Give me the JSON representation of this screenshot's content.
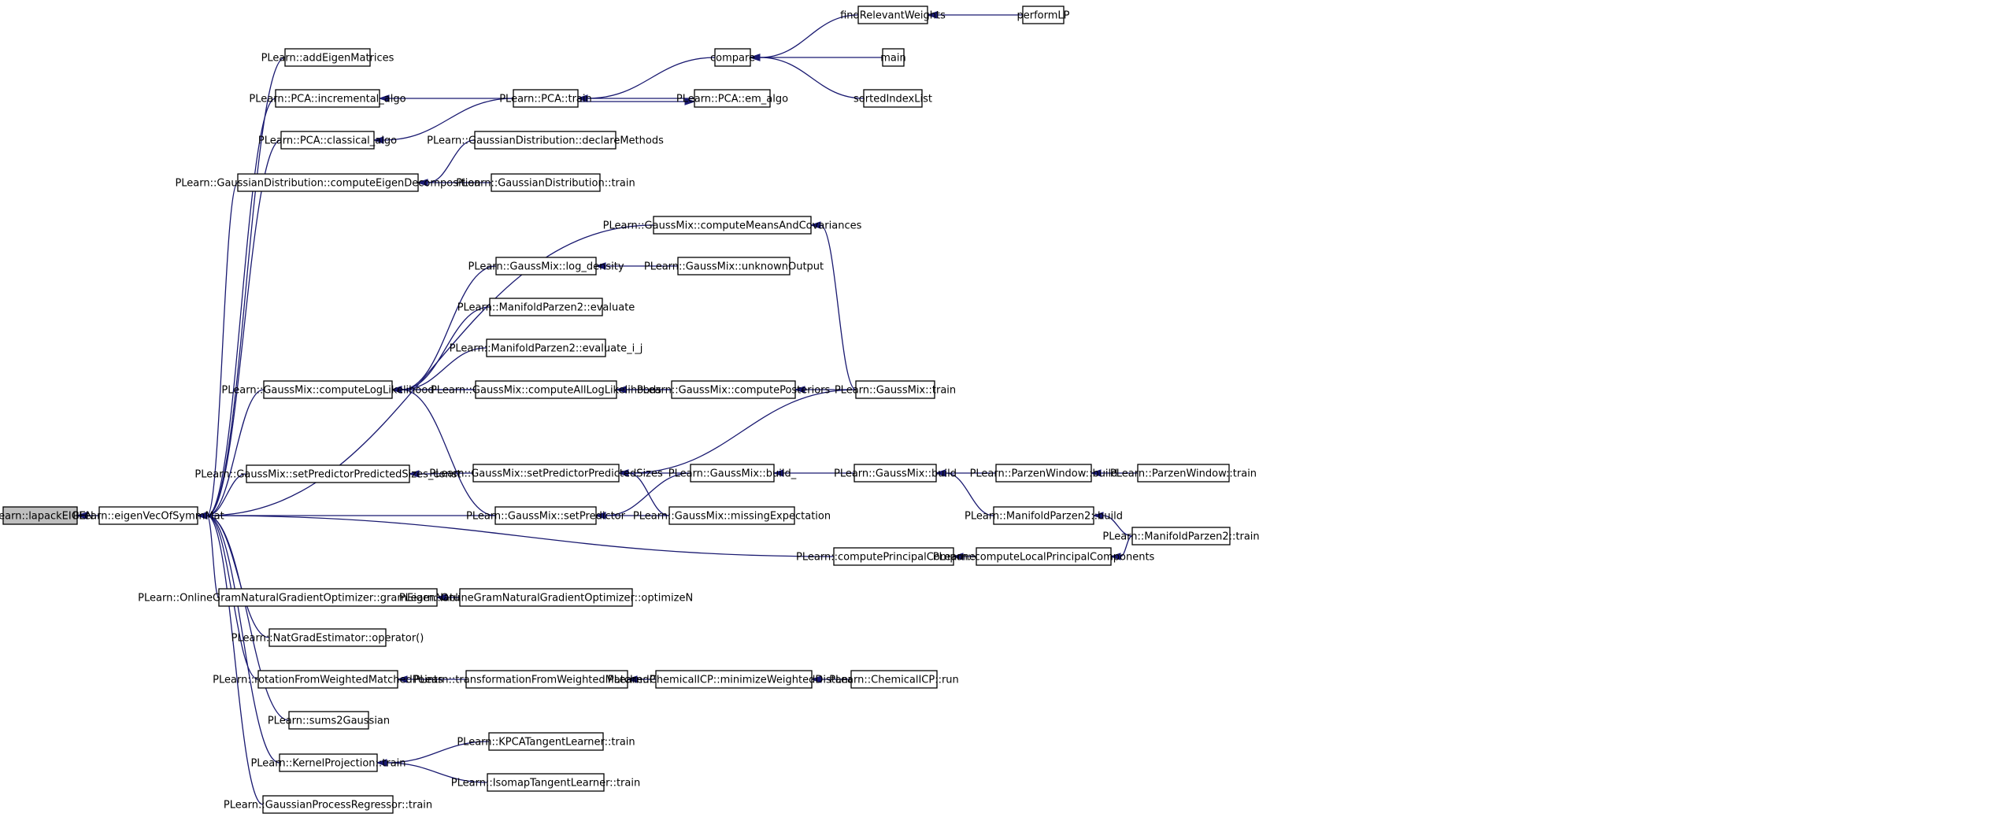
{
  "graph_type": "caller graph",
  "colors": {
    "edge": "#191970",
    "node_border": "#000000",
    "root_fill": "#bfbfbf",
    "node_fill": "#ffffff"
  },
  "root": "PLearn::lapackEIGEN",
  "nodes": {
    "lapackEIGEN": "PLearn::lapackEIGEN",
    "eigenVec": "PLearn::eigenVecOfSymmMat",
    "addEigen": "PLearn::addEigenMatrices",
    "pcaIncr": "PLearn::PCA::incremental_algo",
    "pcaClassical": "PLearn::PCA::classical_algo",
    "gdCompute": "PLearn::GaussianDistribution::computeEigenDecomposition",
    "gmLogLik": "PLearn::GaussMix::computeLogLikelihood",
    "gmSetPPSc": "PLearn::GaussMix::setPredictorPredictedSizes_const",
    "ogngGram": "PLearn::OnlineGramNaturalGradientOptimizer::gramEigenNaturalGradient",
    "ngOp": "PLearn::NatGradEstimator::operator()",
    "rotWMP": "PLearn::rotationFromWeightedMatchedPoints",
    "sums2G": "PLearn::sums2Gaussian",
    "kpTrain": "PLearn::KernelProjection::train",
    "gprTrain": "PLearn::GaussianProcessRegressor::train",
    "pcaTrain": "PLearn::PCA::train",
    "gdDeclare": "PLearn::GaussianDistribution::declareMethods",
    "gdTrain": "PLearn::GaussianDistribution::train",
    "gmMeansCov": "PLearn::GaussMix::computeMeansAndCovariances",
    "gmLogDensity": "PLearn::GaussMix::log_density",
    "mp2Eval": "PLearn::ManifoldParzen2::evaluate",
    "mp2EvalIJ": "PLearn::ManifoldParzen2::evaluate_i_j",
    "gmAllLogLik": "PLearn::GaussMix::computeAllLogLikelihoods",
    "gmSetPPS": "PLearn::GaussMix::setPredictorPredictedSizes",
    "gmSetPred": "PLearn::GaussMix::setPredictor",
    "ogngOpt": "PLearn::OnlineGramNaturalGradientOptimizer::optimizeN",
    "transWMP": "PLearn::transformationFromWeightedMatchedPoints",
    "kpcaTrain": "PLearn::KPCATangentLearner::train",
    "isoTrain": "PLearn::IsomapTangentLearner::train",
    "compare": "compare",
    "pcaEm": "PLearn::PCA::em_algo",
    "gmUnknown": "PLearn::GaussMix::unknownOutput",
    "gmPosteriors": "PLearn::GaussMix::computePosteriors",
    "gmBuild_": "PLearn::GaussMix::build_",
    "gmMissing": "PLearn::GaussMix::missingExpectation",
    "cPC": "PLearn::computePrincipalComponents",
    "cicpMin": "PLearn::ChemicalICP::minimizeWeightedDistance",
    "findRel": "findRelevantWeights",
    "main": "main",
    "sortedIdx": "sortedIndexList",
    "gmTrain": "PLearn::GaussMix::train",
    "gmBuild": "PLearn::GaussMix::build",
    "cLPC": "PLearn::computeLocalPrincipalComponents",
    "cicpRun": "PLearn::ChemicalICP::run",
    "performLP": "performLP",
    "pwBuild": "PLearn::ParzenWindow::build",
    "mp2Build": "PLearn::ManifoldParzen2::build",
    "pwTrain": "PLearn::ParzenWindow::train",
    "mp2Train": "PLearn::ManifoldParzen2::train"
  }
}
